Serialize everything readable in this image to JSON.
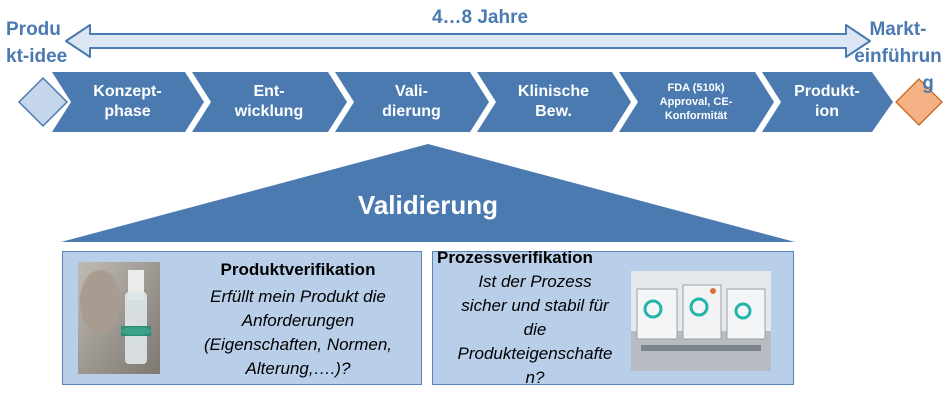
{
  "timeline": {
    "duration_label": "4…8 Jahre",
    "start_label_lines": [
      "Produ",
      "kt-idee"
    ],
    "end_label_lines": [
      "Markt-",
      "einführun",
      "g"
    ]
  },
  "phases": [
    {
      "lines": [
        "Konzept-",
        "phase"
      ]
    },
    {
      "lines": [
        "Ent-",
        "wicklung"
      ]
    },
    {
      "lines": [
        "Vali-",
        "dierung"
      ]
    },
    {
      "lines": [
        "Klinische",
        "Bew."
      ]
    },
    {
      "lines": [
        "FDA (510k)",
        "Approval, CE-",
        "Konformität"
      ]
    },
    {
      "lines": [
        "Produkt-",
        "ion"
      ]
    }
  ],
  "focus": {
    "title": "Validierung"
  },
  "product_verification": {
    "title": "Produktverifikation",
    "body_lines": [
      "Erfüllt mein Produkt die",
      "Anforderungen",
      "(Eigenschaften, Normen,",
      "Alterung,….)?"
    ],
    "image_icon": "vial-photo"
  },
  "process_verification": {
    "title": "Prozessverifikation",
    "body_lines": [
      "Ist der Prozess",
      "sicher und stabil für",
      "die",
      "Produkteigenschafte",
      "n?"
    ],
    "image_icon": "machine-photo"
  },
  "colors": {
    "chevron_blue": "#4a7ab0",
    "arrow_fill": "#dce6f4",
    "start_diamond": "#c5d6ec",
    "end_diamond": "#f4b183",
    "panel_fill": "#b9cfe9"
  }
}
